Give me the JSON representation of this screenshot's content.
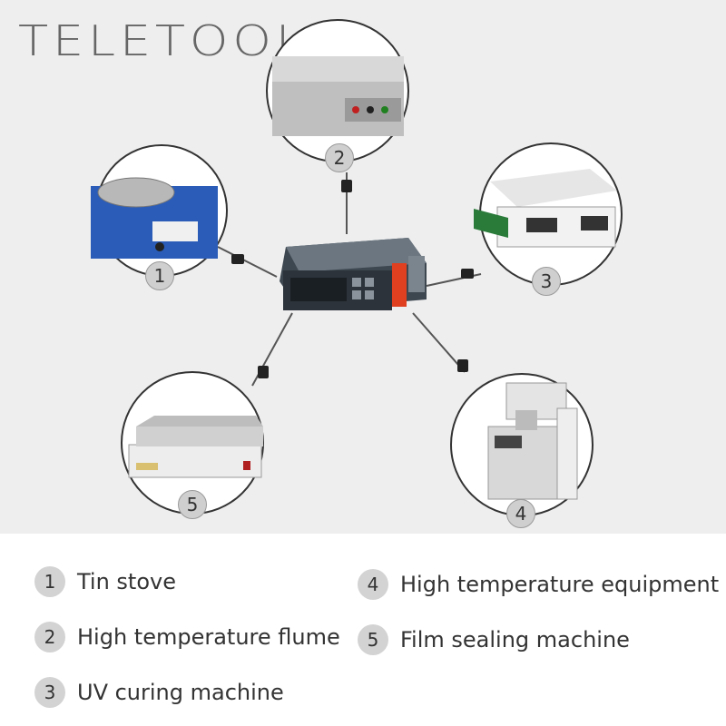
{
  "brand": {
    "logo_text": "TELETOOL"
  },
  "devices": [
    {
      "number": "1",
      "label": "Tin stove"
    },
    {
      "number": "2",
      "label": "High temperature flume"
    },
    {
      "number": "3",
      "label": "UV curing machine"
    },
    {
      "number": "4",
      "label": "High temperature equipment"
    },
    {
      "number": "5",
      "label": "Film sealing machine"
    }
  ],
  "colors": {
    "background": "#eeeeee",
    "controller_body": "#4a5560",
    "accent_red": "#e04020",
    "badge": "#d3d3d3"
  }
}
